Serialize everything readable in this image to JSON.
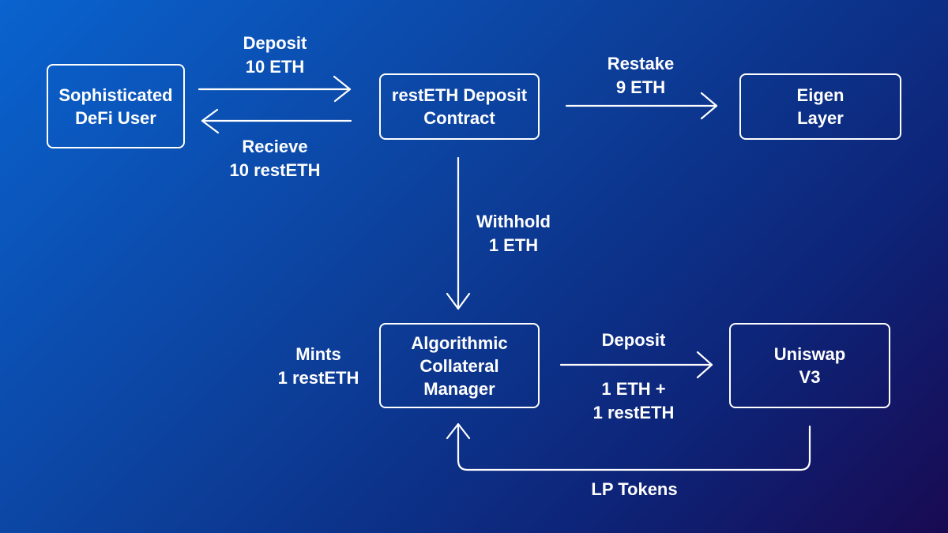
{
  "diagram": {
    "nodes": {
      "user": {
        "line1": "Sophisticated",
        "line2": "DeFi User"
      },
      "deposit_contract": {
        "line1": "restETH Deposit",
        "line2": "Contract"
      },
      "eigen": {
        "line1": "Eigen",
        "line2": "Layer"
      },
      "manager": {
        "line1": "Algorithmic",
        "line2": "Collateral",
        "line3": "Manager"
      },
      "uniswap": {
        "line1": "Uniswap",
        "line2": "V3"
      }
    },
    "edges": {
      "deposit": {
        "line1": "Deposit",
        "line2": "10 ETH"
      },
      "receive": {
        "line1": "Recieve",
        "line2": "10 restETH"
      },
      "restake": {
        "line1": "Restake",
        "line2": "9 ETH"
      },
      "withhold": {
        "line1": "Withhold",
        "line2": "1 ETH"
      },
      "mints": {
        "line1": "Mints",
        "line2": "1 restETH"
      },
      "deposit_uniswap": {
        "top": "Deposit",
        "line1": "1 ETH +",
        "line2": "1 restETH"
      },
      "lp_tokens": {
        "label": "LP Tokens"
      }
    }
  },
  "colors": {
    "stroke": "#ffffff",
    "text": "#ffffff",
    "bg_start": "#0a63cf",
    "bg_end": "#190a52"
  }
}
